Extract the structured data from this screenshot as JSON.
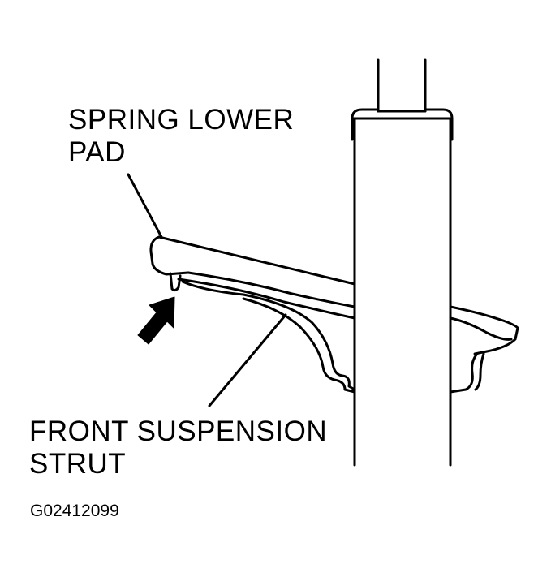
{
  "labels": {
    "spring_lower_pad": {
      "line1": "SPRING LOWER",
      "line2": "PAD"
    },
    "front_suspension_strut": {
      "line1": "FRONT SUSPENSION",
      "line2": "STRUT"
    }
  },
  "figure_id": "G02412099",
  "colors": {
    "line": "#000000",
    "background": "#ffffff"
  },
  "icons": {
    "arrow": "arrow-up-right-icon"
  }
}
